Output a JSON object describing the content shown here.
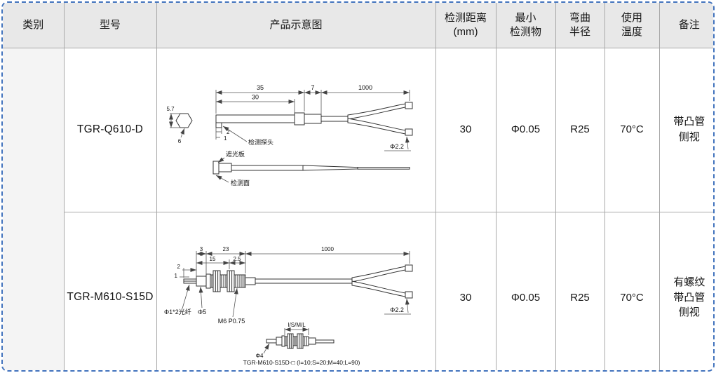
{
  "frame": {
    "border_color": "#4273bd",
    "header_bg": "#e8e8e8",
    "grid_color": "#a9a9a9"
  },
  "table": {
    "headers": {
      "category": "类别",
      "model": "型号",
      "diagram": "产品示意图",
      "distance": "检测距离\n(mm)",
      "min_object": "最小\n检测物",
      "bend": "弯曲\n半径",
      "temp": "使用\n温度",
      "remark": "备注"
    },
    "rows": [
      {
        "model": "TGR-Q610-D",
        "distance": "30",
        "min_object": "Φ0.05",
        "bend": "R25",
        "temp": "70°C",
        "remark": "带凸管\n侧视"
      },
      {
        "model": "TGR-M610-S15D",
        "distance": "30",
        "min_object": "Φ0.05",
        "bend": "R25",
        "temp": "70°C",
        "remark": "有螺纹\n带凸管\n侧视"
      }
    ]
  },
  "diagrams": {
    "q610": {
      "dim_35": "35",
      "dim_30": "30",
      "dim_7": "7",
      "dim_1000": "1000",
      "dim_5_7": "5.7",
      "dim_6": "6",
      "dim_2": "2",
      "dim_1": "1",
      "label_probe": "检测探头",
      "label_cable_dia": "Φ2.2",
      "label_shield": "遮光板",
      "label_face": "检测面"
    },
    "m610": {
      "dim_3": "3",
      "dim_23": "23",
      "dim_1000": "1000",
      "dim_15": "15",
      "dim_2_5": "2.5",
      "dim_2": "2",
      "dim_1": "1",
      "label_fiber": "Φ1*2光纤",
      "label_phi5": "Φ5",
      "label_thread": "M6 P0.75",
      "label_cable_dia": "Φ2.2",
      "label_length": "I/S/M/L",
      "label_phi4": "Φ4",
      "label_order_note": "TGR-M610-S15D-□ (I=10;S=20;M=40;L=90)"
    }
  }
}
